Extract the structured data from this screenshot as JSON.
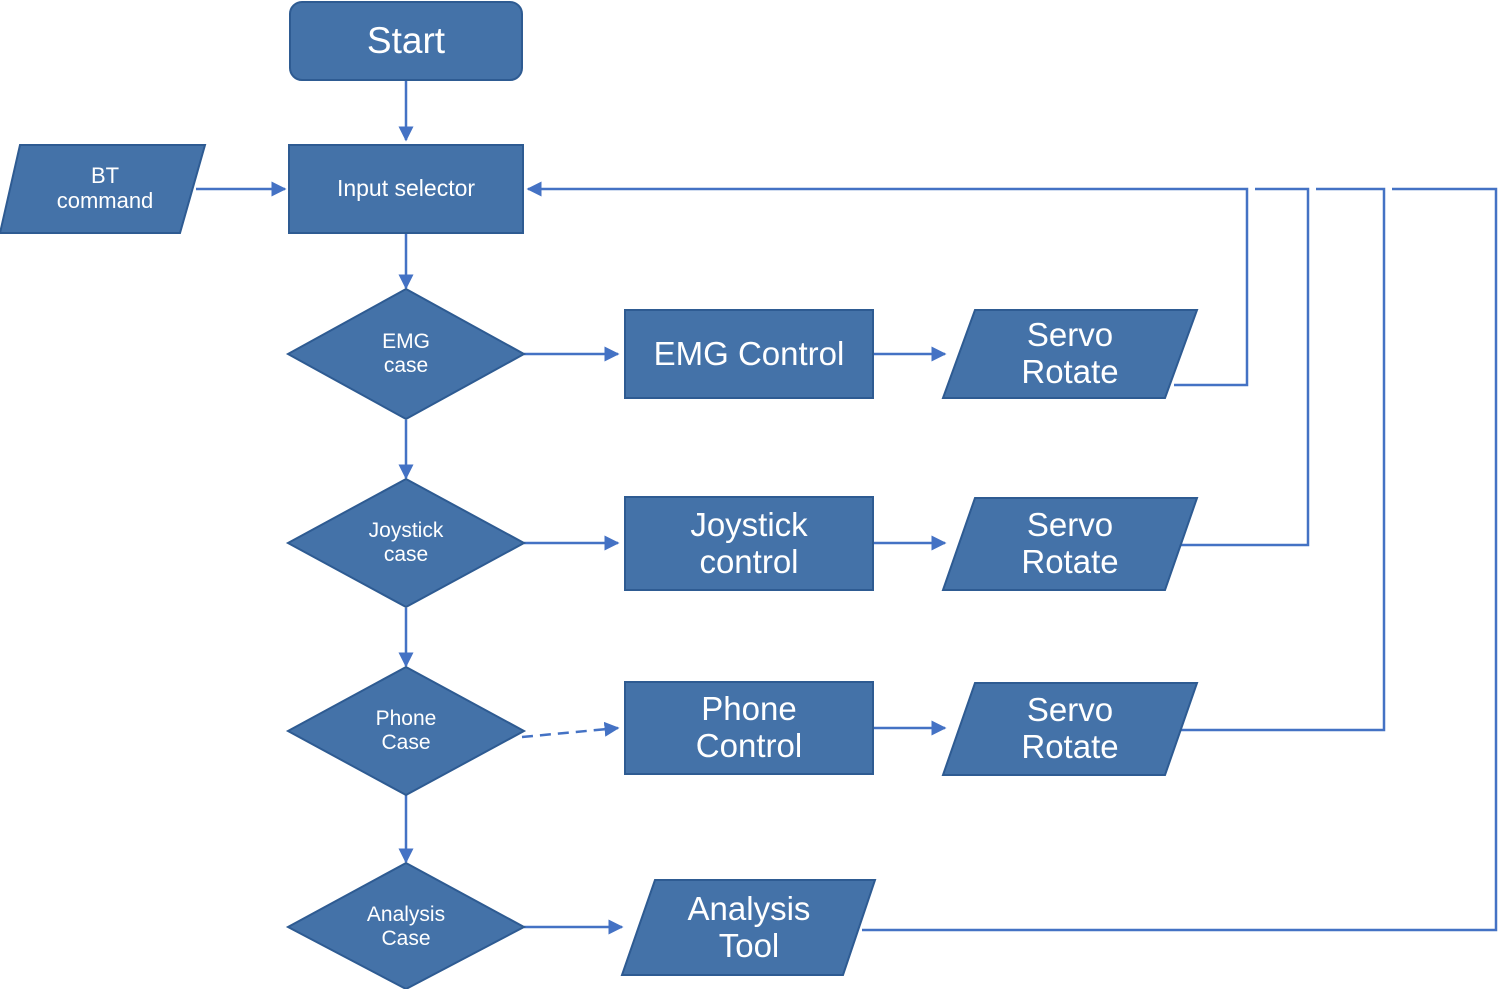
{
  "diagram": {
    "title": "Input selector control flowchart",
    "type": "flowchart",
    "colors": {
      "node_fill": "#4472A8",
      "node_stroke": "#2E5B92",
      "connector": "#4472C4",
      "label_text": "#FFFFFF",
      "background": "#FFFFFF"
    },
    "nodes": {
      "start": {
        "label": "Start",
        "shape": "rounded-rectangle"
      },
      "bt_command": {
        "label": "BT\ncommand",
        "shape": "parallelogram"
      },
      "input_selector": {
        "label": "Input selector",
        "shape": "rectangle"
      },
      "emg_case": {
        "label": "EMG\ncase",
        "shape": "diamond"
      },
      "emg_control": {
        "label": "EMG Control",
        "shape": "rectangle"
      },
      "emg_servo": {
        "label": "Servo\nRotate",
        "shape": "parallelogram"
      },
      "joystick_case": {
        "label": "Joystick\ncase",
        "shape": "diamond"
      },
      "joystick_control": {
        "label": "Joystick\ncontrol",
        "shape": "rectangle"
      },
      "joystick_servo": {
        "label": "Servo\nRotate",
        "shape": "parallelogram"
      },
      "phone_case": {
        "label": "Phone\nCase",
        "shape": "diamond"
      },
      "phone_control": {
        "label": "Phone\nControl",
        "shape": "rectangle"
      },
      "phone_servo": {
        "label": "Servo\nRotate",
        "shape": "parallelogram"
      },
      "analysis_case": {
        "label": "Analysis\nCase",
        "shape": "diamond"
      },
      "analysis_tool": {
        "label": "Analysis\nTool",
        "shape": "parallelogram"
      }
    },
    "edges": [
      {
        "from": "start",
        "to": "input_selector",
        "style": "solid",
        "arrow": true
      },
      {
        "from": "bt_command",
        "to": "input_selector",
        "style": "solid",
        "arrow": true
      },
      {
        "from": "input_selector",
        "to": "emg_case",
        "style": "solid",
        "arrow": true
      },
      {
        "from": "emg_case",
        "to": "emg_control",
        "style": "solid",
        "arrow": true
      },
      {
        "from": "emg_control",
        "to": "emg_servo",
        "style": "solid",
        "arrow": true
      },
      {
        "from": "emg_servo",
        "to": "input_selector",
        "style": "solid",
        "arrow": true
      },
      {
        "from": "emg_case",
        "to": "joystick_case",
        "style": "solid",
        "arrow": true
      },
      {
        "from": "joystick_case",
        "to": "joystick_control",
        "style": "solid",
        "arrow": true
      },
      {
        "from": "joystick_control",
        "to": "joystick_servo",
        "style": "solid",
        "arrow": true
      },
      {
        "from": "joystick_servo",
        "to": "input_selector",
        "style": "solid",
        "arrow": true
      },
      {
        "from": "joystick_case",
        "to": "phone_case",
        "style": "solid",
        "arrow": true
      },
      {
        "from": "phone_case",
        "to": "phone_control",
        "style": "dashed",
        "arrow": true
      },
      {
        "from": "phone_control",
        "to": "phone_servo",
        "style": "solid",
        "arrow": true
      },
      {
        "from": "phone_servo",
        "to": "input_selector",
        "style": "solid",
        "arrow": true
      },
      {
        "from": "phone_case",
        "to": "analysis_case",
        "style": "solid",
        "arrow": true
      },
      {
        "from": "analysis_case",
        "to": "analysis_tool",
        "style": "solid",
        "arrow": true
      },
      {
        "from": "analysis_tool",
        "to": "input_selector",
        "style": "solid",
        "arrow": true
      }
    ]
  }
}
